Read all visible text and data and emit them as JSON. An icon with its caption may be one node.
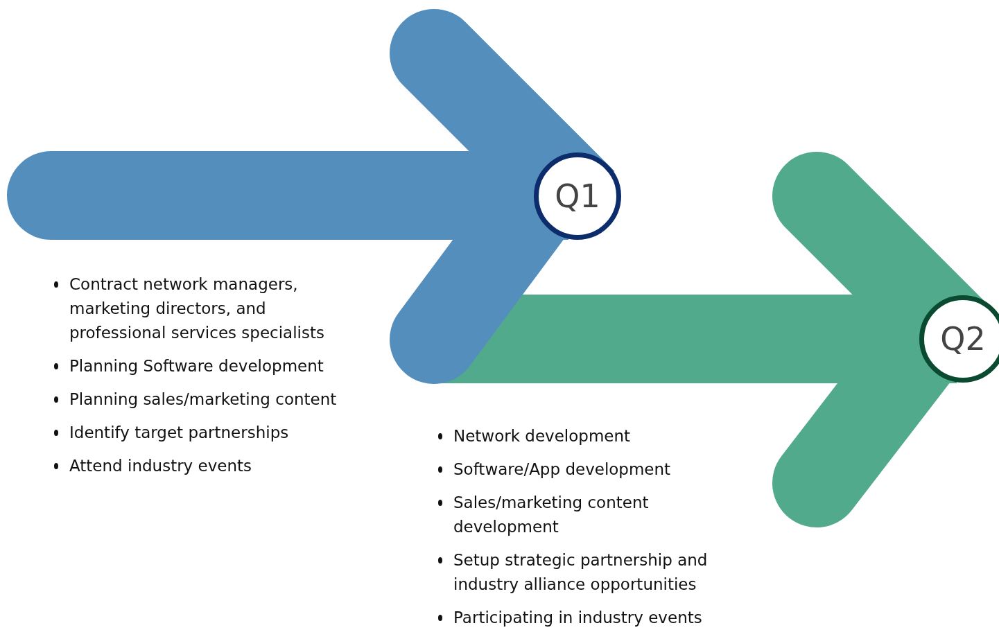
{
  "diagram": {
    "nodes": [
      {
        "text": [
          "Q1"
        ]
      },
      {
        "text": [
          "Q2"
        ]
      }
    ],
    "labels": [
      "Contract network managers, marketing directors, and professional services specialists",
      "Planning Software development",
      "Planning sales/marketing content",
      "Identify target partnerships",
      "Attend industry events",
      "Network development",
      "Software/App development",
      "Sales/marketing content development",
      "Setup strategic partnership and industry alliance opportunities",
      "Participating in industry events"
    ]
  }
}
